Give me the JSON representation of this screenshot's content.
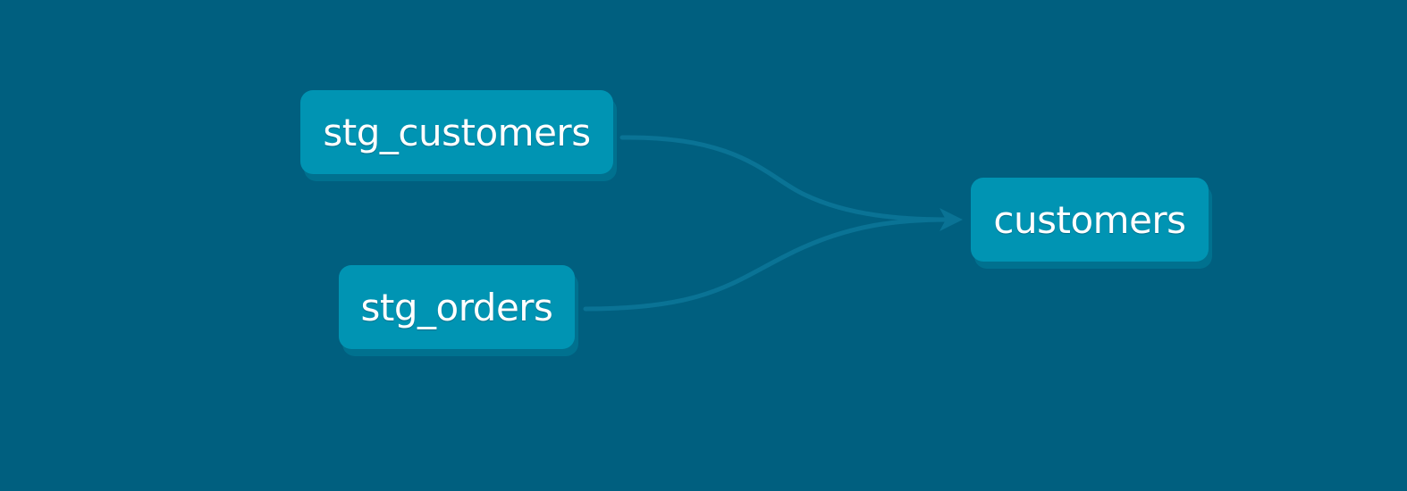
{
  "theme": {
    "background": "#005f7f",
    "node_fill": "#0094b3",
    "node_shadow": "#00718f",
    "edge_color": "#0a7395",
    "label_color": "#ffffff"
  },
  "diagram": {
    "type": "dag-lineage",
    "nodes": [
      {
        "id": "stg_customers",
        "label": "stg_customers"
      },
      {
        "id": "stg_orders",
        "label": "stg_orders"
      },
      {
        "id": "customers",
        "label": "customers"
      }
    ],
    "edges": [
      {
        "from": "stg_customers",
        "to": "customers"
      },
      {
        "from": "stg_orders",
        "to": "customers"
      }
    ]
  }
}
